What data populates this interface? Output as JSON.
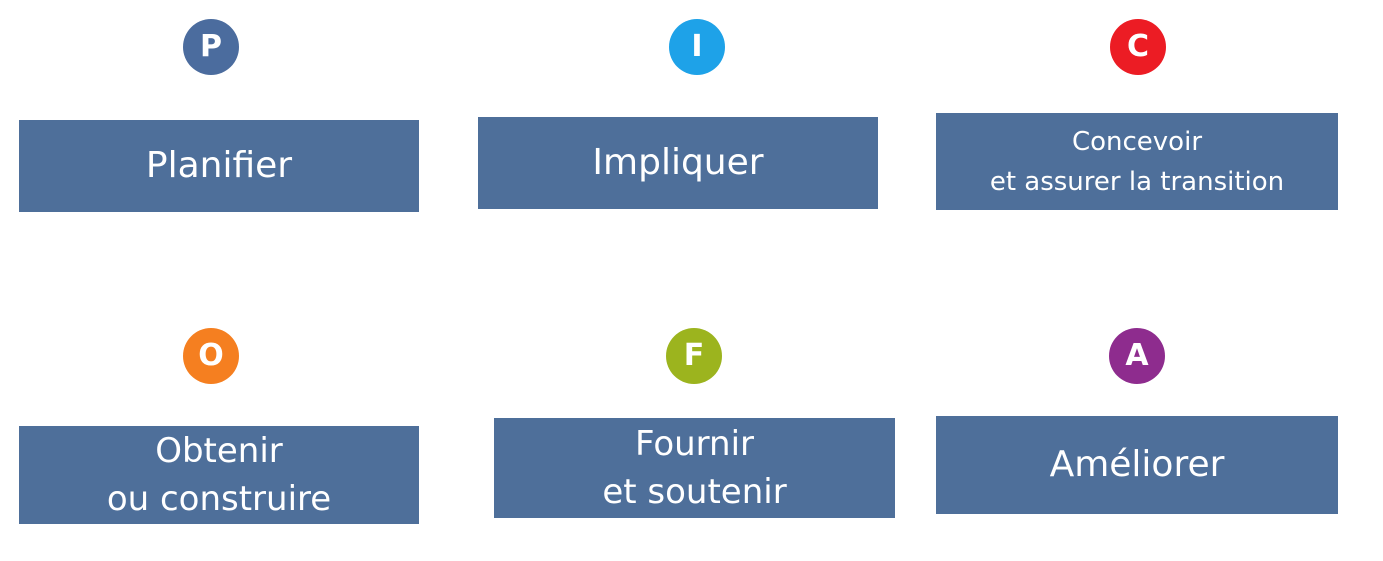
{
  "steps": [
    {
      "letter": "P",
      "color": "#4b6c9e",
      "lines": [
        "Planifier"
      ]
    },
    {
      "letter": "I",
      "color": "#1ea2e8",
      "lines": [
        "Impliquer"
      ]
    },
    {
      "letter": "C",
      "color": "#ec1c24",
      "lines": [
        "Concevoir",
        "et assurer la transition"
      ]
    },
    {
      "letter": "O",
      "color": "#f57f20",
      "lines": [
        "Obtenir",
        "ou construire"
      ]
    },
    {
      "letter": "F",
      "color": "#9cb41e",
      "lines": [
        "Fournir",
        "et soutenir"
      ]
    },
    {
      "letter": "A",
      "color": "#8e2c8e",
      "lines": [
        "Améliorer"
      ]
    }
  ]
}
